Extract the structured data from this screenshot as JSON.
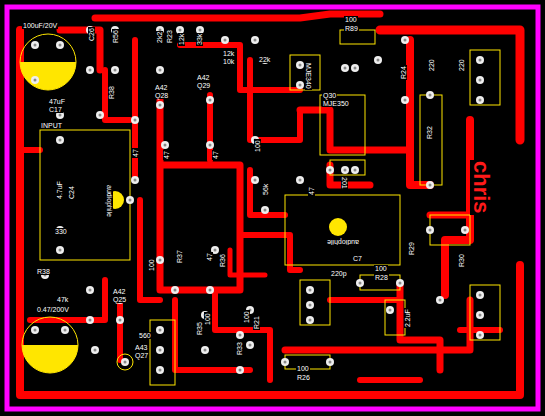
{
  "diagram": {
    "labels": [
      "100uF/20V",
      "C26",
      "R56",
      "2k2",
      "R23",
      "12k",
      "33k",
      "12k",
      "10k",
      "100",
      "R89",
      "22k",
      "MJE340",
      "Q30",
      "MJE350",
      "R24",
      "220",
      "220",
      "R32",
      "A42",
      "Q28",
      "A42",
      "Q29",
      "R38",
      "47uF",
      "C17",
      "INPUT",
      "4.7uF",
      "C24",
      "audiophile",
      "330",
      "47",
      "47",
      "47",
      "100",
      "56k",
      "47",
      "201",
      "audiophile",
      "100",
      "R37",
      "47",
      "R36",
      "100",
      "R28",
      "C7",
      "220p",
      "R30",
      "R29",
      "2.2uF",
      "100",
      "R21",
      "100",
      "R35",
      "R33",
      "100",
      "R26",
      "A42",
      "Q25",
      "560",
      "A43",
      "Q27",
      "R38",
      "47k",
      "0.47/200V",
      "chris"
    ]
  }
}
